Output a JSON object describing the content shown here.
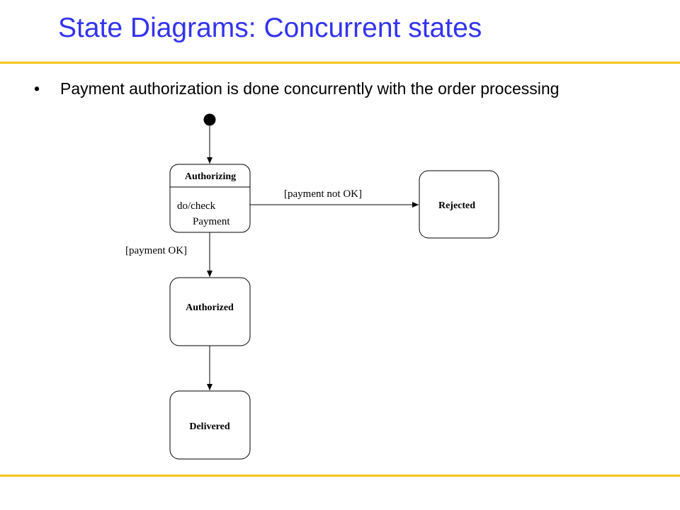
{
  "slide": {
    "title": "State Diagrams: Concurrent states",
    "bullet_marker": "•",
    "bullet_text": "Payment authorization is done concurrently with the order processing"
  },
  "diagram": {
    "states": {
      "authorizing": {
        "name": "Authorizing",
        "activity_line1": "do/check",
        "activity_line2": "Payment"
      },
      "rejected": {
        "name": "Rejected"
      },
      "authorized": {
        "name": "Authorized"
      },
      "delivered": {
        "name": "Delivered"
      }
    },
    "transitions": {
      "not_ok": "[payment not OK]",
      "ok": "[payment OK]"
    }
  },
  "colors": {
    "title": "#3333ee",
    "rule": "#f5c518",
    "lines": "#000000"
  }
}
